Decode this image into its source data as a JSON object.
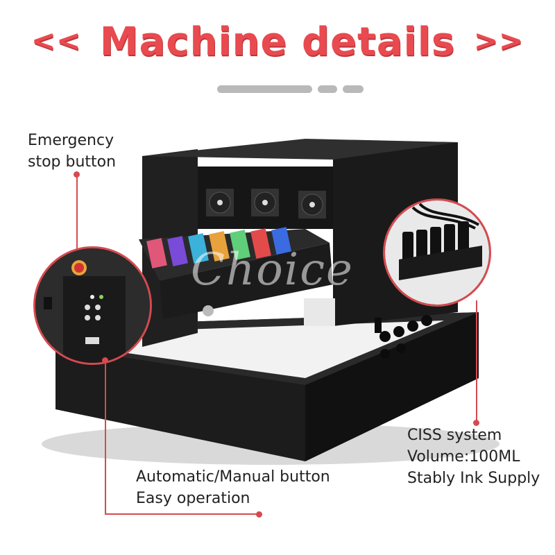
{
  "title": {
    "left_chevrons": "<<",
    "text": "Machine details",
    "right_chevrons": ">>"
  },
  "callouts": {
    "emergency": {
      "line1": "Emergency",
      "line2": "stop button"
    },
    "ciss": {
      "line1": "CISS system",
      "line2": "Volume:100ML",
      "line3": "Stably Ink Supply"
    },
    "auto_manual": {
      "line1": "Automatic/Manual button",
      "line2": "Easy operation"
    }
  },
  "watermark": "Choice",
  "colors": {
    "accent": "#e94a4f",
    "machine": "#1e1e1e",
    "divider": "#b9b9b9"
  }
}
